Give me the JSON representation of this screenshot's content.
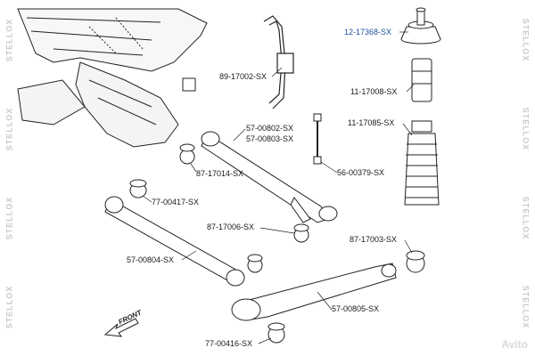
{
  "parts": [
    {
      "id": "12-17368-SX",
      "highlight": true
    },
    {
      "id": "89-17002-SX"
    },
    {
      "id": "11-17008-SX"
    },
    {
      "id": "57-00802-SX"
    },
    {
      "id": "57-00803-SX"
    },
    {
      "id": "11-17085-SX"
    },
    {
      "id": "87-17014-SX"
    },
    {
      "id": "56-00379-SX"
    },
    {
      "id": "77-00417-SX"
    },
    {
      "id": "87-17006-SX"
    },
    {
      "id": "87-17003-SX"
    },
    {
      "id": "57-00804-SX"
    },
    {
      "id": "57-00805-SX"
    },
    {
      "id": "77-00416-SX"
    }
  ],
  "front_arrow_label": "FRONT",
  "watermark": "STELLOX",
  "corner_watermark": "Avito",
  "colors": {
    "line": "#222222",
    "highlight": "#1a4f9c",
    "watermark": "#c9c9c9"
  }
}
